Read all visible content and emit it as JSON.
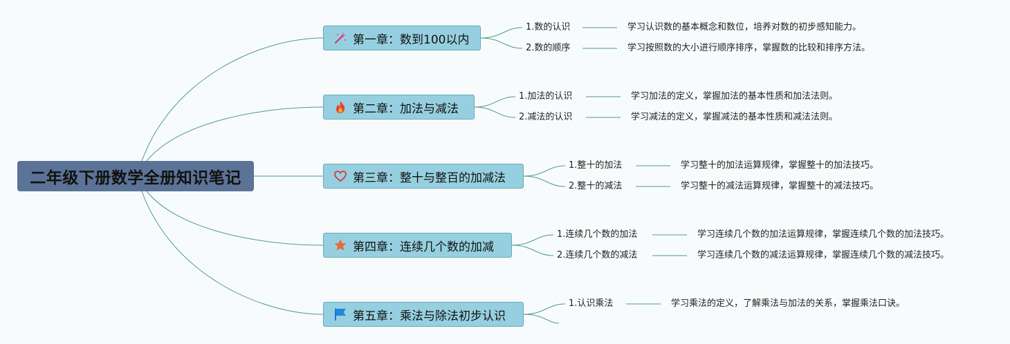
{
  "root": {
    "title": "二年级下册数学全册知识笔记"
  },
  "colors": {
    "root_bg": "#5b7396",
    "chapter_bg": "#96d0e0",
    "line": "#4d9a8c"
  },
  "chapters": [
    {
      "title": "第一章：数到100以内",
      "icon": "magic-wand-icon",
      "items": [
        {
          "label": "1.数的认识",
          "desc": "学习认识数的基本概念和数位，培养对数的初步感知能力。"
        },
        {
          "label": "2.数的顺序",
          "desc": "学习按照数的大小进行顺序排序，掌握数的比较和排序方法。"
        }
      ]
    },
    {
      "title": "第二章：加法与减法",
      "icon": "fire-icon",
      "items": [
        {
          "label": "1.加法的认识",
          "desc": "学习加法的定义，掌握加法的基本性质和加法法则。"
        },
        {
          "label": "2.减法的认识",
          "desc": "学习减法的定义，掌握减法的基本性质和减法法则。"
        }
      ]
    },
    {
      "title": "第三章：整十与整百的加减法",
      "icon": "heart-icon",
      "items": [
        {
          "label": "1.整十的加法",
          "desc": "学习整十的加法运算规律，掌握整十的加法技巧。"
        },
        {
          "label": "2.整十的减法",
          "desc": "学习整十的减法运算规律，掌握整十的减法技巧。"
        }
      ]
    },
    {
      "title": "第四章：连续几个数的加减",
      "icon": "star-icon",
      "items": [
        {
          "label": "1.连续几个数的加法",
          "desc": "学习连续几个数的加法运算规律，掌握连续几个数的加法技巧。"
        },
        {
          "label": "2.连续几个数的减法",
          "desc": "学习连续几个数的减法运算规律，掌握连续几个数的减法技巧。"
        }
      ]
    },
    {
      "title": "第五章：乘法与除法初步认识",
      "icon": "flag-icon",
      "items": [
        {
          "label": "1.认识乘法",
          "desc": "学习乘法的定义，了解乘法与加法的关系，掌握乘法口诀。"
        }
      ]
    }
  ]
}
